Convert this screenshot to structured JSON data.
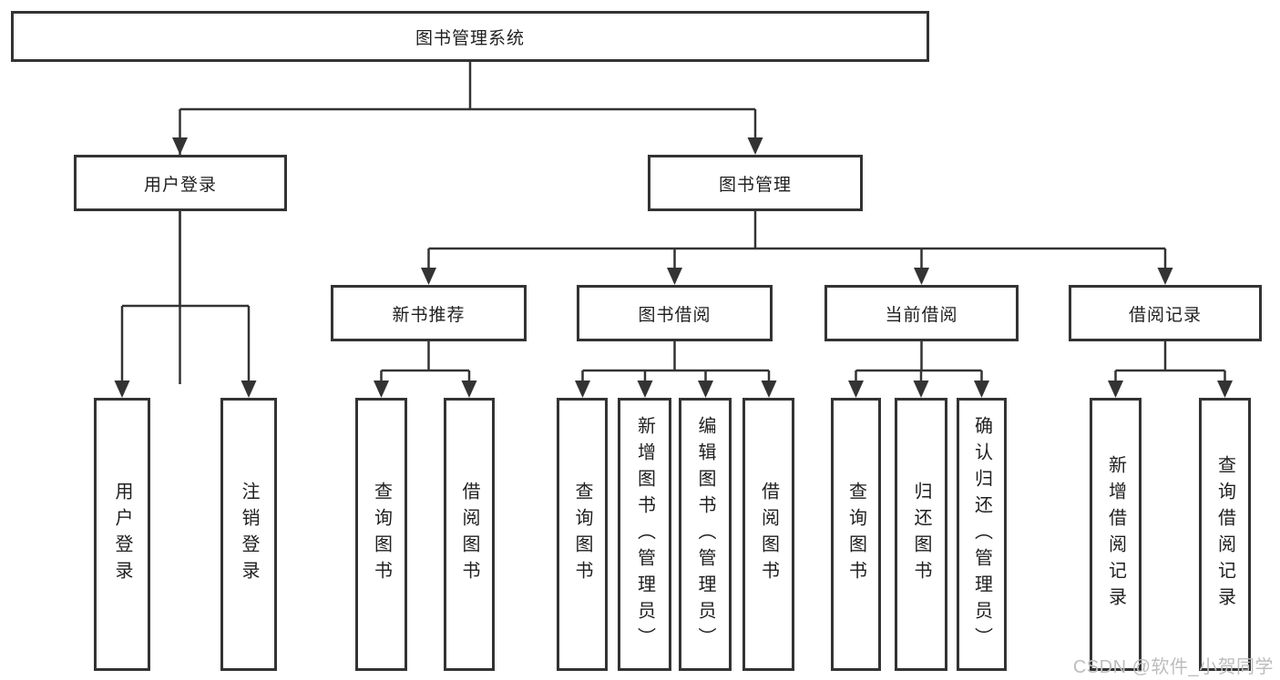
{
  "tree": {
    "root": {
      "label": "图书管理系统",
      "children": [
        {
          "label": "用户登录",
          "children": [
            {
              "label": "用户登录"
            },
            {
              "label": "注销登录"
            }
          ]
        },
        {
          "label": "图书管理",
          "children": [
            {
              "label": "新书推荐",
              "children": [
                {
                  "label": "查询图书"
                },
                {
                  "label": "借阅图书"
                }
              ]
            },
            {
              "label": "图书借阅",
              "children": [
                {
                  "label": "查询图书"
                },
                {
                  "label": "新增图书（管理员）"
                },
                {
                  "label": "编辑图书（管理员）"
                },
                {
                  "label": "借阅图书"
                }
              ]
            },
            {
              "label": "当前借阅",
              "children": [
                {
                  "label": "查询图书"
                },
                {
                  "label": "归还图书"
                },
                {
                  "label": "确认归还（管理员）"
                }
              ]
            },
            {
              "label": "借阅记录",
              "children": [
                {
                  "label": "新增借阅记录"
                },
                {
                  "label": "查询借阅记录"
                }
              ]
            }
          ]
        }
      ]
    }
  },
  "watermark": {
    "text": "CSDN @软件_小贺同学"
  },
  "colors": {
    "line": "#333333",
    "border": "#333333",
    "text": "#1f1f1f",
    "watermark": "#bdbdbd",
    "background": "#ffffff"
  }
}
